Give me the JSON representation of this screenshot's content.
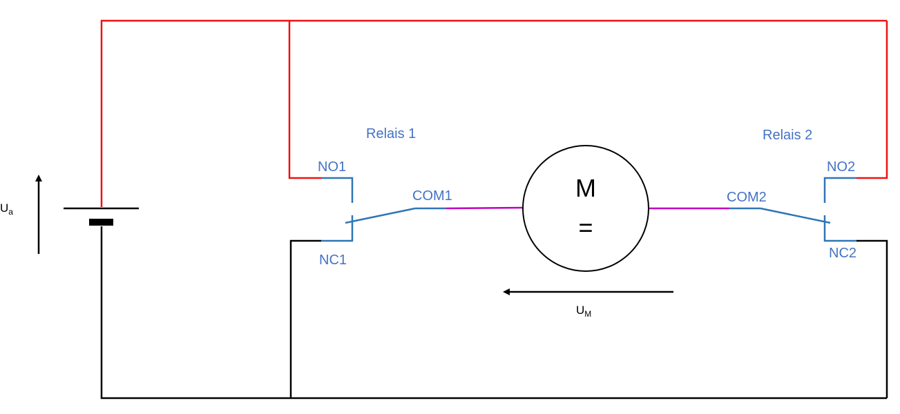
{
  "colors": {
    "positive_wire": "#ee1111",
    "negative_wire": "#000000",
    "relay": "#2e75b6",
    "motor_wire": "#c000c0",
    "label_blue": "#4472c4",
    "label_black": "#000000"
  },
  "battery": {
    "voltage_label": "U",
    "voltage_subscript": "a"
  },
  "relay1": {
    "title": "Relais 1",
    "no": "NO1",
    "nc": "NC1",
    "com": "COM1"
  },
  "relay2": {
    "title": "Relais 2",
    "no": "NO2",
    "nc": "NC2",
    "com": "COM2"
  },
  "motor": {
    "letter": "M",
    "symbol": "=",
    "voltage_label": "U",
    "voltage_subscript": "M"
  }
}
